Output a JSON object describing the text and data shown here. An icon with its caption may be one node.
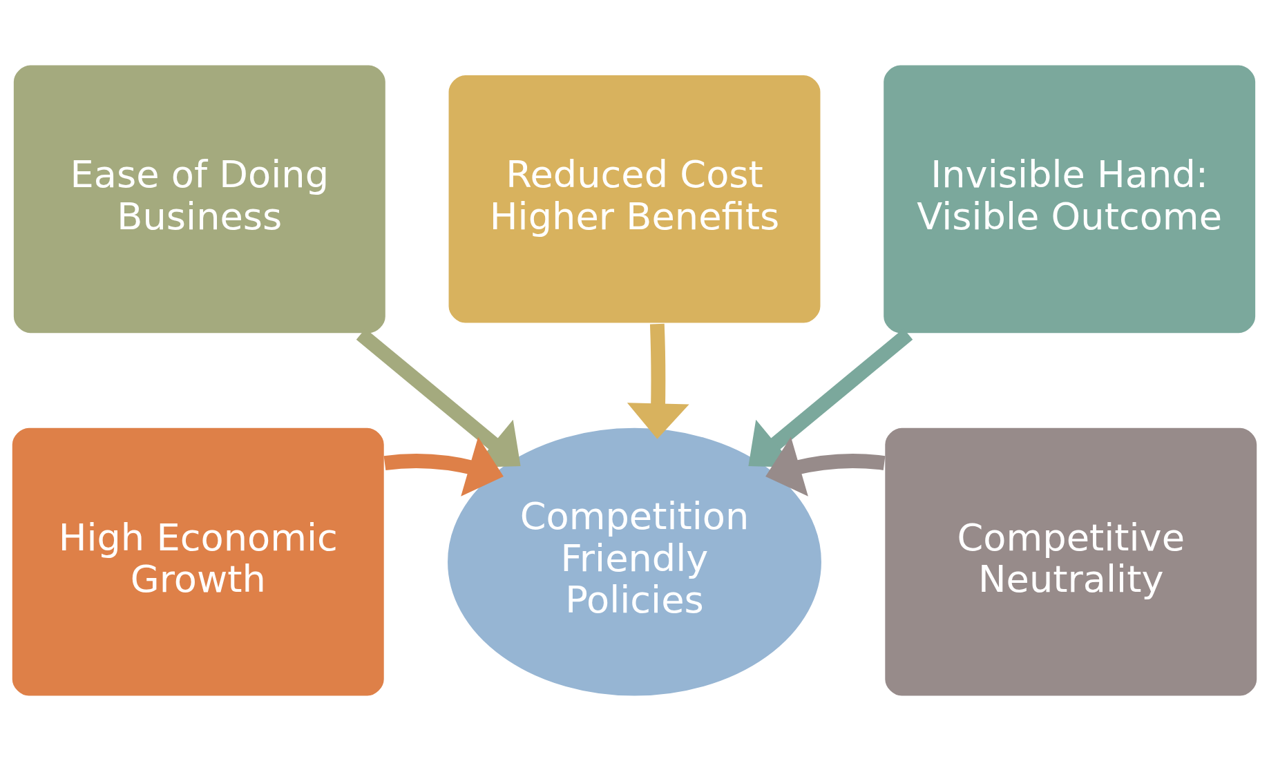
{
  "diagram": {
    "nodes": [
      {
        "text": [
          "Reduced Cost",
          "Higher Benefits"
        ]
      },
      {
        "text": [
          "Ease of Doing Business"
        ]
      },
      {
        "text": [
          "Invisible Hand: Visible Outcome"
        ]
      },
      {
        "text": [
          "High Economic Growth"
        ]
      },
      {
        "text": [
          "Competition Friendly Policies"
        ]
      },
      {
        "text": [
          "Competitive Neutrality"
        ]
      }
    ],
    "edges": [
      {
        "from": 0,
        "to": 4,
        "arrow": "to",
        "color": "#d8b25e"
      },
      {
        "from": 1,
        "to": 4,
        "arrow": "to",
        "color": "#a4aa7e"
      },
      {
        "from": 2,
        "to": 4,
        "arrow": "to",
        "color": "#7ba89c"
      },
      {
        "from": 3,
        "to": 4,
        "arrow": "to",
        "color": "#de8048"
      },
      {
        "from": 5,
        "to": 4,
        "arrow": "to",
        "color": "#978b8a"
      }
    ]
  }
}
